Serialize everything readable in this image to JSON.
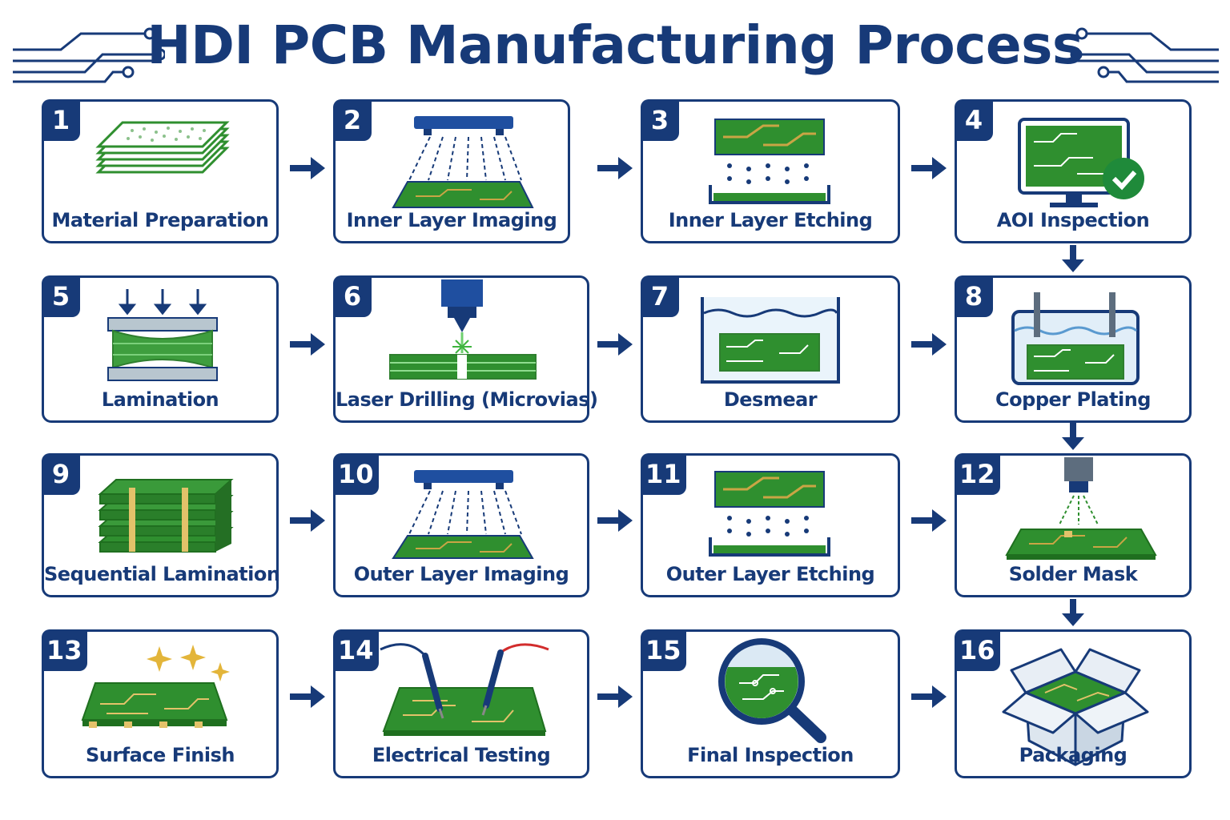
{
  "title": "HDI PCB Manufacturing Process",
  "colors": {
    "navy": "#173a78",
    "pcb_green": "#2f8f2f",
    "trace_gold": "#c9a545",
    "check_green": "#1f8a3a"
  },
  "steps": [
    {
      "number": "1",
      "label": "Material Preparation",
      "icon": "stacked-laminate-sheets-icon"
    },
    {
      "number": "2",
      "label": "Inner Layer Imaging",
      "icon": "uv-exposure-lamp-icon"
    },
    {
      "number": "3",
      "label": "Inner Layer Etching",
      "icon": "etching-tank-icon"
    },
    {
      "number": "4",
      "label": "AOI Inspection",
      "icon": "monitor-check-icon"
    },
    {
      "number": "5",
      "label": "Lamination",
      "icon": "press-stack-icon"
    },
    {
      "number": "6",
      "label": "Laser Drilling (Microvias)",
      "icon": "laser-drill-icon"
    },
    {
      "number": "7",
      "label": "Desmear",
      "icon": "chemical-bath-icon"
    },
    {
      "number": "8",
      "label": "Copper Plating",
      "icon": "plating-tank-icon"
    },
    {
      "number": "9",
      "label": "Sequential Lamination",
      "icon": "multilayer-board-icon"
    },
    {
      "number": "10",
      "label": "Outer Layer Imaging",
      "icon": "uv-exposure-lamp-icon"
    },
    {
      "number": "11",
      "label": "Outer Layer Etching",
      "icon": "etching-tank-icon"
    },
    {
      "number": "12",
      "label": "Solder Mask",
      "icon": "spray-nozzle-icon"
    },
    {
      "number": "13",
      "label": "Surface Finish",
      "icon": "sparkle-board-icon"
    },
    {
      "number": "14",
      "label": "Electrical Testing",
      "icon": "test-probes-icon"
    },
    {
      "number": "15",
      "label": "Final Inspection",
      "icon": "magnifier-icon"
    },
    {
      "number": "16",
      "label": "Packaging",
      "icon": "open-box-icon"
    }
  ]
}
